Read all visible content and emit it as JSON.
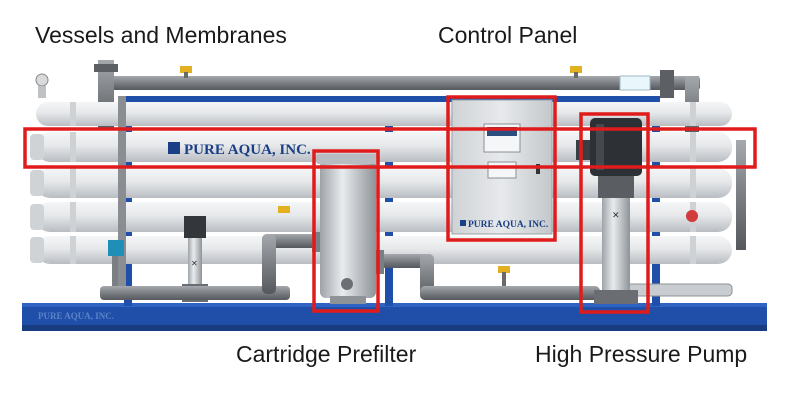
{
  "labels": {
    "vessels": "Vessels and Membranes",
    "control_panel": "Control Panel",
    "cartridge_prefilter": "Cartridge Prefilter",
    "pump": "High Pressure Pump"
  },
  "brand": {
    "vessel_logo": "PURE AQUA, INC.",
    "panel_logo": "PURE AQUA, INC.",
    "base_logo": "PURE AQUA, INC."
  },
  "colors": {
    "highlight": "#e01b1b",
    "frame": "#1f4fa8",
    "vessel": "#e4e6e9",
    "pipe": "#7d8186",
    "panel": "#d9dcdf",
    "brand_text": "#1b3f86"
  }
}
